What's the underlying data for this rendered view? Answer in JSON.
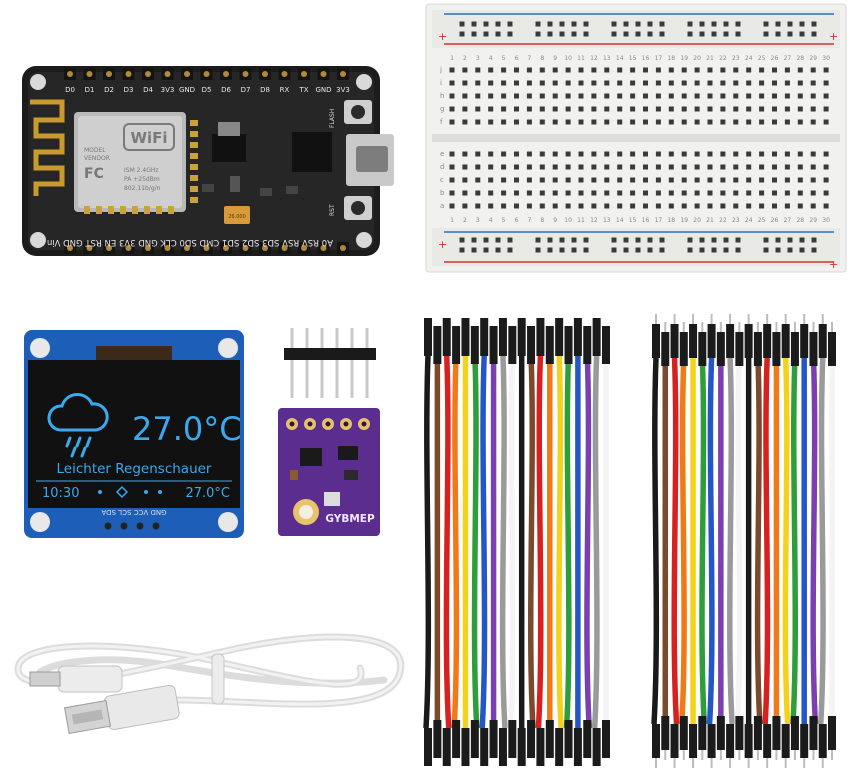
{
  "nodemcu": {
    "pin_labels_top": [
      "D0",
      "D1",
      "D2",
      "D3",
      "D4",
      "3V3",
      "GND",
      "D5",
      "D6",
      "D7",
      "D8",
      "RX",
      "TX",
      "GND",
      "3V3"
    ],
    "wifi_logo": "WiFi",
    "module_text": [
      "MODEL",
      "VENDOR",
      "ISM 2.4GHz",
      "PA +25dBm",
      "802.11b/g/n"
    ],
    "flash_label": "FLASH",
    "rst_label": "RST",
    "crystal_label": "26.000",
    "pin_labels_bottom": "A0 RSV RSV SD3 SD2 SD1 CMD SD0 CLK GND 3V3 EN RST GND Vin"
  },
  "breadboard": {
    "rail_plus": "+",
    "row_letters_top": [
      "j",
      "i",
      "h",
      "g",
      "f"
    ],
    "row_letters_bottom": [
      "e",
      "d",
      "c",
      "b",
      "a"
    ],
    "column_numbers": [
      "1",
      "2",
      "3",
      "4",
      "5",
      "6",
      "7",
      "8",
      "9",
      "10",
      "11",
      "12",
      "13",
      "14",
      "15",
      "16",
      "17",
      "18",
      "19",
      "20",
      "21",
      "22",
      "23",
      "24",
      "25",
      "26",
      "27",
      "28",
      "29",
      "30"
    ]
  },
  "oled": {
    "temperature_main": "27.0°C",
    "weather_text": "Leichter Regenschauer",
    "time": "10:30",
    "temperature_small": "27.0°C",
    "pin_labels": "GND VCC SCL SDA",
    "icon": "cloud-rain-icon"
  },
  "sensor": {
    "board_label": "GYBMEP"
  },
  "colors": {
    "nodemcu_pcb": "#1c1c1c",
    "oled_pcb": "#1d5fb8",
    "sensor_pcb": "#5b2d8e",
    "oled_text": "#3aa9ee",
    "wire_colors": [
      "#1a1a1a",
      "#7a4a2a",
      "#d82020",
      "#f07a18",
      "#f2d21a",
      "#2e9e3a",
      "#2456c8",
      "#7b3fb0",
      "#9a9a9a",
      "#f4f4f4"
    ]
  }
}
